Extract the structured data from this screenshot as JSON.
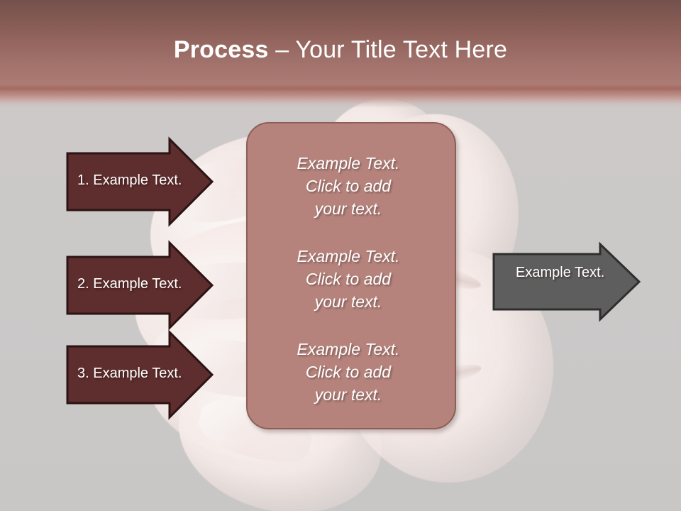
{
  "slide": {
    "title_strong": "Process",
    "title_rest": " – Your Title Text Here",
    "background": {
      "header_top_color": "#74514c",
      "header_bottom_color": "#ae7d75",
      "body_color": "#cbc9c8",
      "photo_description": "faded close-up photograph of hands"
    }
  },
  "left_arrows": [
    {
      "label": "1. Example Text.",
      "fill": "#5e2d2d",
      "border": "#2c1414",
      "text_color": "#ffffff"
    },
    {
      "label": "2. Example Text.",
      "fill": "#5e2d2d",
      "border": "#2c1414",
      "text_color": "#ffffff"
    },
    {
      "label": "3. Example Text.",
      "fill": "#5e2d2d",
      "border": "#2c1414",
      "text_color": "#ffffff"
    }
  ],
  "center_panel": {
    "fill": "#b5837c",
    "border": "#8d5f57",
    "blocks": [
      "Example Text.\nClick  to add\nyour text.",
      "Example Text.\nClick  to add\nyour text.",
      "Example Text.\nClick  to add\nyour text."
    ]
  },
  "right_arrow": {
    "label": "Example Text.",
    "fill": "#5e5e5e",
    "border": "#2e2e2e",
    "text_color": "#ffffff"
  }
}
